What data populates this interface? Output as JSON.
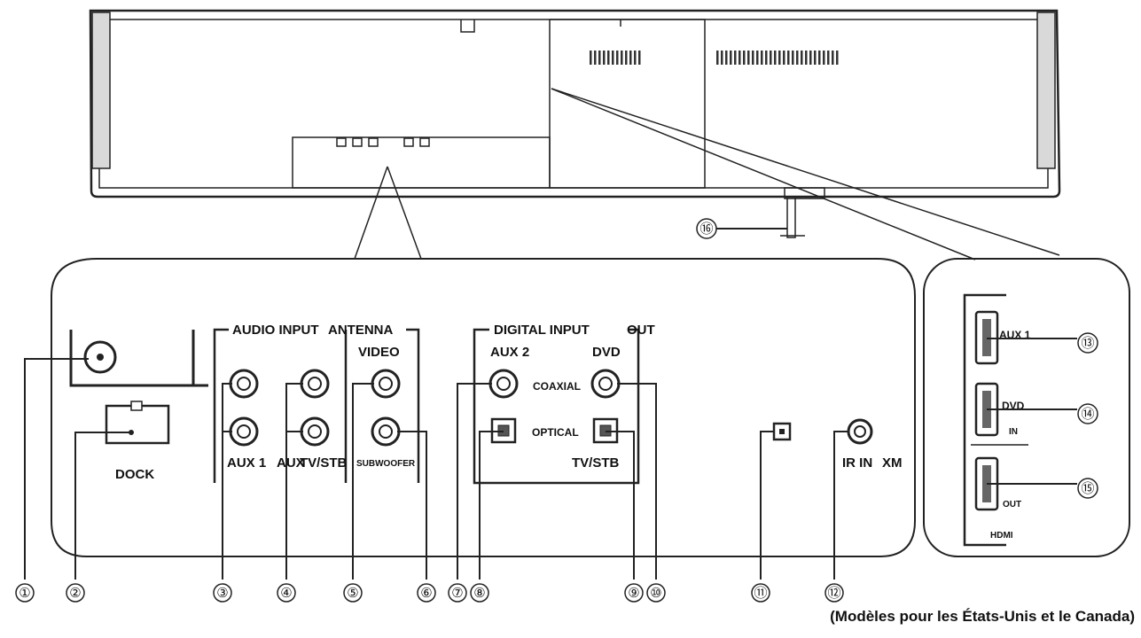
{
  "labels": {
    "audio_input": "AUDIO INPUT",
    "antenna": "ANTENNA",
    "video_header": "VIDEO",
    "digital_input": "DIGITAL INPUT",
    "out": "OUT",
    "aux2": "AUX 2",
    "dvd": "DVD",
    "coaxial": "COAXIAL",
    "optical": "OPTICAL",
    "tv_stb_digital": "TV/STB",
    "aux1_audio": "AUX 1",
    "tv_stb_audio": "TV/STB",
    "aux_audio": "AUX",
    "subwoofer": "SUBWOOFER",
    "dock": "DOCK",
    "ir_in": "IR IN",
    "xm": "XM",
    "hdmi_aux1": "AUX 1",
    "hdmi_dvd": "DVD",
    "hdmi_in": "IN",
    "hdmi_out": "OUT",
    "hdmi": "HDMI"
  },
  "callouts": [
    "①",
    "②",
    "③",
    "④",
    "⑤",
    "⑥",
    "⑦",
    "⑧",
    "⑨",
    "⑩",
    "⑪",
    "⑫",
    "⑬",
    "⑭",
    "⑮",
    "⑯"
  ],
  "footnote": "(Modèles pour les États-Unis et le Canada)"
}
